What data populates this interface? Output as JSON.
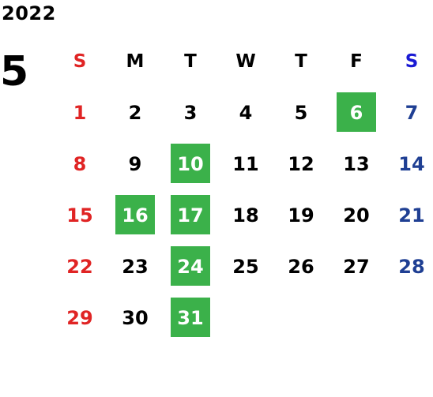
{
  "calendar": {
    "year": "2022",
    "month": "5",
    "weekdays": [
      "S",
      "M",
      "T",
      "W",
      "T",
      "F",
      "S"
    ],
    "weeks": [
      [
        "1",
        "2",
        "3",
        "4",
        "5",
        "6",
        "7"
      ],
      [
        "8",
        "9",
        "10",
        "11",
        "12",
        "13",
        "14"
      ],
      [
        "15",
        "16",
        "17",
        "18",
        "19",
        "20",
        "21"
      ],
      [
        "22",
        "23",
        "24",
        "25",
        "26",
        "27",
        "28"
      ],
      [
        "29",
        "30",
        "31",
        "",
        "",
        "",
        ""
      ]
    ],
    "highlighted": [
      [
        0,
        5
      ],
      [
        1,
        2
      ],
      [
        2,
        1
      ],
      [
        2,
        2
      ],
      [
        3,
        2
      ],
      [
        4,
        2
      ]
    ]
  },
  "colors": {
    "highlight": "#3bb14a",
    "sunday": "#e02424",
    "saturday_header": "#1a1ad4",
    "saturday": "#1f3f93"
  }
}
